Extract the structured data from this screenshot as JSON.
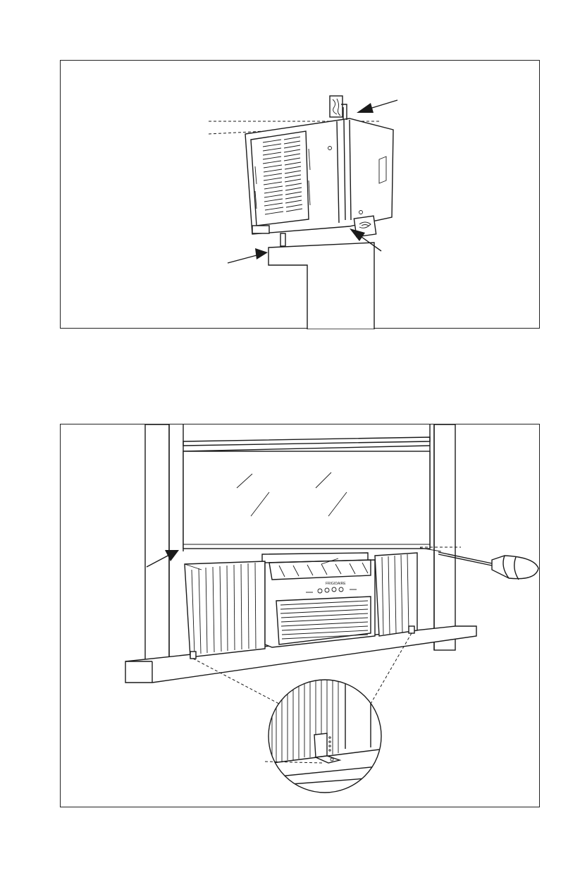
{
  "figures": [
    {
      "id": "figure-1",
      "subject": "air-conditioner-tilted-on-window-sill",
      "icons": [
        "wood-block-icon",
        "arrow-icon"
      ],
      "brand_label": ""
    },
    {
      "id": "figure-2",
      "subject": "air-conditioner-installed-in-window-with-side-panels",
      "icons": [
        "screwdriver-icon",
        "arrow-icon",
        "bracket-icon",
        "magnifier-detail-icon"
      ],
      "brand_label": "FRIGIDAIRE"
    }
  ],
  "colors": {
    "line": "#1a1a1a",
    "background": "#ffffff"
  }
}
